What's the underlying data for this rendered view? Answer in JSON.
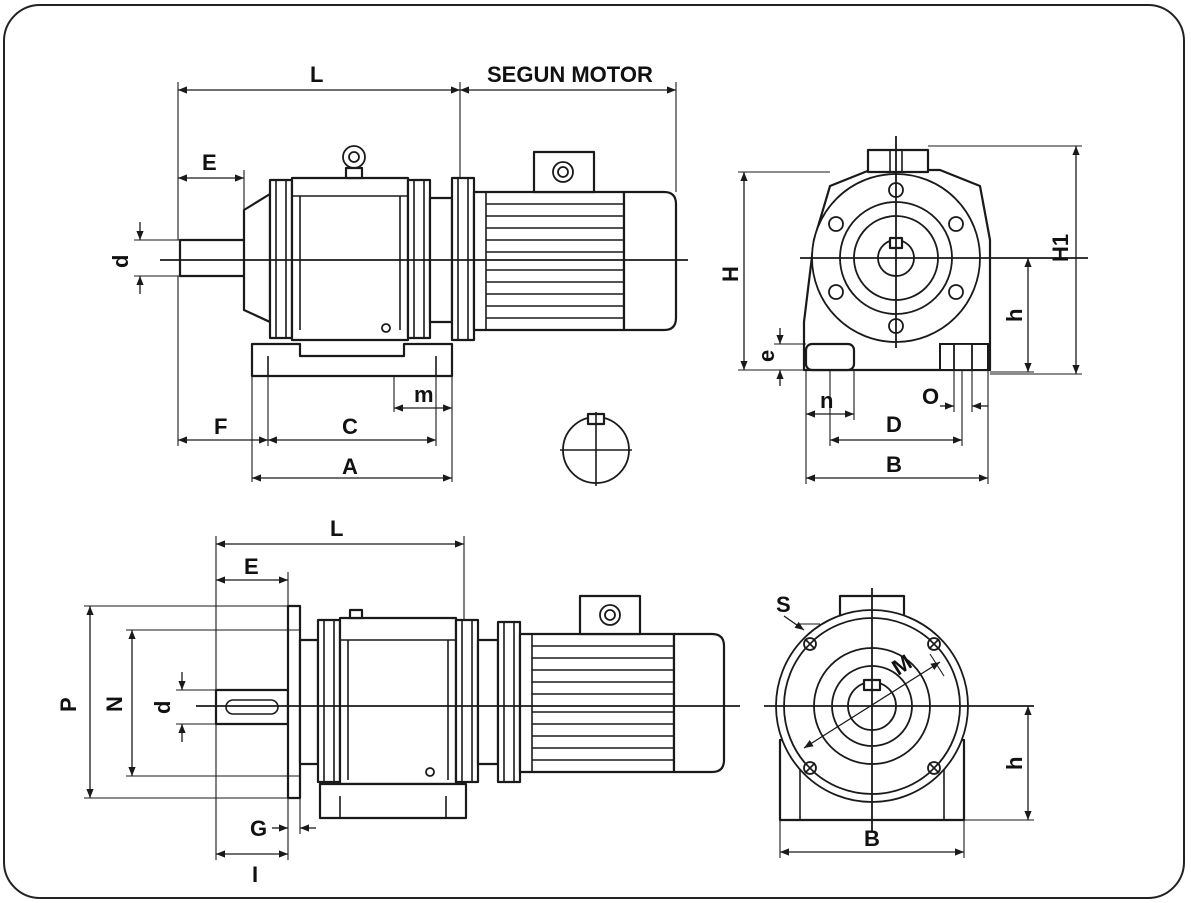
{
  "header_label": "SEGUN MOTOR",
  "labels": {
    "L": "L",
    "E": "E",
    "d": "d",
    "F": "F",
    "C": "C",
    "A": "A",
    "m": "m",
    "H": "H",
    "H1": "H1",
    "h": "h",
    "e": "e",
    "n": "n",
    "O": "O",
    "D": "D",
    "B": "B",
    "P": "P",
    "N": "N",
    "G": "G",
    "I": "I",
    "S": "S",
    "M": "M"
  },
  "colors": {
    "line": "#1a1a1a",
    "paper": "#ffffff"
  }
}
